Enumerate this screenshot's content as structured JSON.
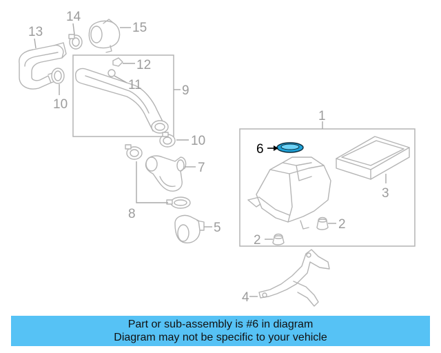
{
  "diagram": {
    "callouts": {
      "c1": "1",
      "c2a": "2",
      "c2b": "2",
      "c3": "3",
      "c4": "4",
      "c5": "5",
      "c6": "6",
      "c7": "7",
      "c8": "8",
      "c9": "9",
      "c10a": "10",
      "c10b": "10",
      "c11": "11",
      "c12": "12",
      "c13": "13",
      "c14": "14",
      "c15": "15"
    },
    "highlighted_part": "6",
    "highlight_color": "#1ea0d6"
  },
  "caption": {
    "line1": "Part or sub-assembly is #6 in diagram",
    "line2": "Diagram may not be specific to your vehicle",
    "background": "#56c2f5"
  }
}
